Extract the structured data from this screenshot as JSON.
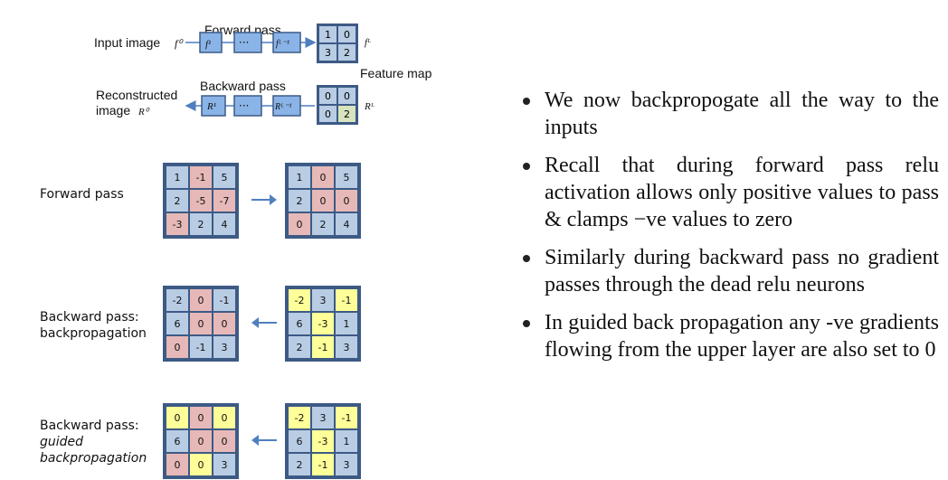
{
  "top": {
    "forward_label": "Forward pass",
    "input_label": "Input image",
    "input_sym": "f⁰",
    "f1": "f¹",
    "dots": "···",
    "fL1": "fᴸ⁻¹",
    "output_sym": "fᴸ",
    "forward_map": [
      "1",
      "0",
      "3",
      "2"
    ],
    "feature_map_label": "Feature map",
    "backward_label": "Backward pass",
    "recon_line1": "Reconstructed",
    "recon_line2": "image",
    "recon_sym": "R⁰",
    "r1": "R¹",
    "rL1": "Rᴸ⁻¹",
    "back_sym": "Rᴸ",
    "backward_map": [
      "0",
      "0",
      "0",
      "2"
    ]
  },
  "rows": [
    {
      "label_lines": [
        "Forward pass"
      ],
      "left": [
        "1",
        "-1",
        "5",
        "2",
        "-5",
        "-7",
        "-3",
        "2",
        "4"
      ],
      "left_colors": [
        "b",
        "r",
        "b",
        "b",
        "r",
        "r",
        "r",
        "b",
        "b"
      ],
      "right": [
        "1",
        "0",
        "5",
        "2",
        "0",
        "0",
        "0",
        "2",
        "4"
      ],
      "right_colors": [
        "b",
        "r",
        "b",
        "b",
        "r",
        "r",
        "r",
        "b",
        "b"
      ],
      "direction": "right"
    },
    {
      "label_lines": [
        "Backward pass:",
        "backpropagation"
      ],
      "left": [
        "-2",
        "0",
        "-1",
        "6",
        "0",
        "0",
        "0",
        "-1",
        "3"
      ],
      "left_colors": [
        "b",
        "r",
        "b",
        "b",
        "r",
        "r",
        "r",
        "b",
        "b"
      ],
      "right": [
        "-2",
        "3",
        "-1",
        "6",
        "-3",
        "1",
        "2",
        "-1",
        "3"
      ],
      "right_colors": [
        "y",
        "b",
        "y",
        "b",
        "y",
        "b",
        "b",
        "y",
        "b"
      ],
      "direction": "left"
    },
    {
      "label_lines": [
        "Backward pass:",
        "guided",
        "backpropagation"
      ],
      "left": [
        "0",
        "0",
        "0",
        "6",
        "0",
        "0",
        "0",
        "0",
        "3"
      ],
      "left_colors": [
        "y",
        "r",
        "y",
        "b",
        "r",
        "r",
        "r",
        "y",
        "b"
      ],
      "right": [
        "-2",
        "3",
        "-1",
        "6",
        "-3",
        "1",
        "2",
        "-1",
        "3"
      ],
      "right_colors": [
        "y",
        "b",
        "y",
        "b",
        "y",
        "b",
        "b",
        "y",
        "b"
      ],
      "direction": "left"
    }
  ],
  "bullets": [
    "We now backpropogate all the way to the inputs",
    "Recall that during forward pass relu activation allows only positive values to pass & clamps −ve values to zero",
    "Similarly during backward pass no gradient passes through the dead relu neurons",
    "In guided back propagation any -ve gradients flowing from the upper layer are also set to 0"
  ],
  "colors": {
    "blue": "#b8cce4",
    "red": "#e6b9b8",
    "yellow": "#ffff99",
    "green": "#d7e4bd",
    "border": "#3d5a85"
  }
}
